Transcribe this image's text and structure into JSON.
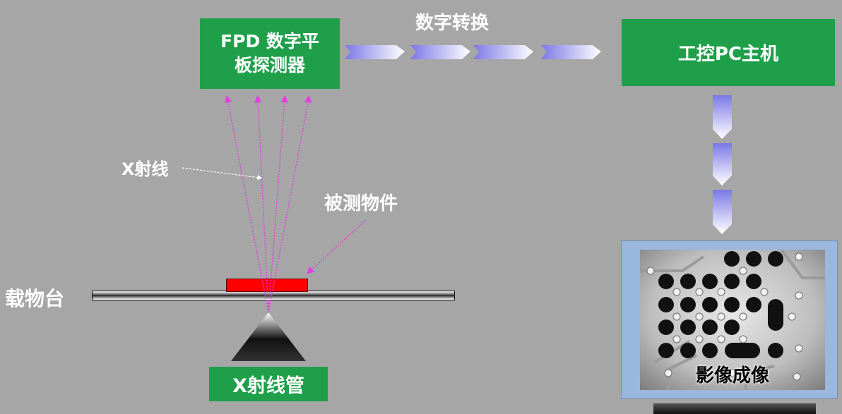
{
  "detector": {
    "line1": "FPD 数字平",
    "line2": "板探测器"
  },
  "pc_host": "工控PC主机",
  "digital_conversion": "数字转换",
  "xray": "X射线",
  "test_object": "被测物件",
  "stage": "载物台",
  "xray_tube": "X射线管",
  "imaging": "影像成像",
  "colors": {
    "background": "#a6a6a6",
    "box_green": "#1f9f4a",
    "ray_magenta": "#e040e0",
    "object_red": "#ff0000",
    "monitor_frame": "#9ab7dd"
  }
}
